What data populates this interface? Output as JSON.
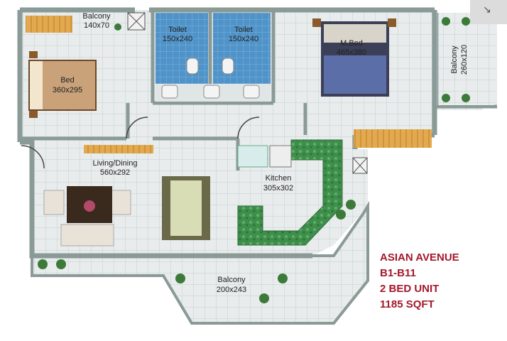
{
  "rooms": {
    "balcony_top": {
      "name": "Balcony",
      "size": "140x70"
    },
    "toilet_left": {
      "name": "Toilet",
      "size": "150x240"
    },
    "toilet_right": {
      "name": "Toilet",
      "size": "150x240"
    },
    "master_bed": {
      "name": "M.Bed",
      "size": "465x380"
    },
    "balcony_right": {
      "name": "Balcony",
      "size": "260x120"
    },
    "bed": {
      "name": "Bed",
      "size": "360x295"
    },
    "living_dining": {
      "name": "Living/Dining",
      "size": "560x292"
    },
    "kitchen": {
      "name": "Kitchen",
      "size": "305x302"
    },
    "balcony_bottom": {
      "name": "Balcony",
      "size": "200x243"
    }
  },
  "unit_info": {
    "project": "ASIAN AVENUE",
    "blocks": "B1-B11",
    "unit_type": "2 BED UNIT",
    "area": "1185 SQFT"
  },
  "colors": {
    "wall": "#8a9a96",
    "floor": "#e6eaea",
    "tile_line": "#c9d0d0",
    "toilet_tile": "#4a8fc7",
    "kitchen_counter": "#3d8a4a",
    "wood": "#d8a24a",
    "bed_frame": "#6b4a2a",
    "mbed_blanket": "#5b6ea8",
    "title_text": "#a3182a"
  },
  "icons": {
    "corner_button": "expand-arrows-icon"
  }
}
